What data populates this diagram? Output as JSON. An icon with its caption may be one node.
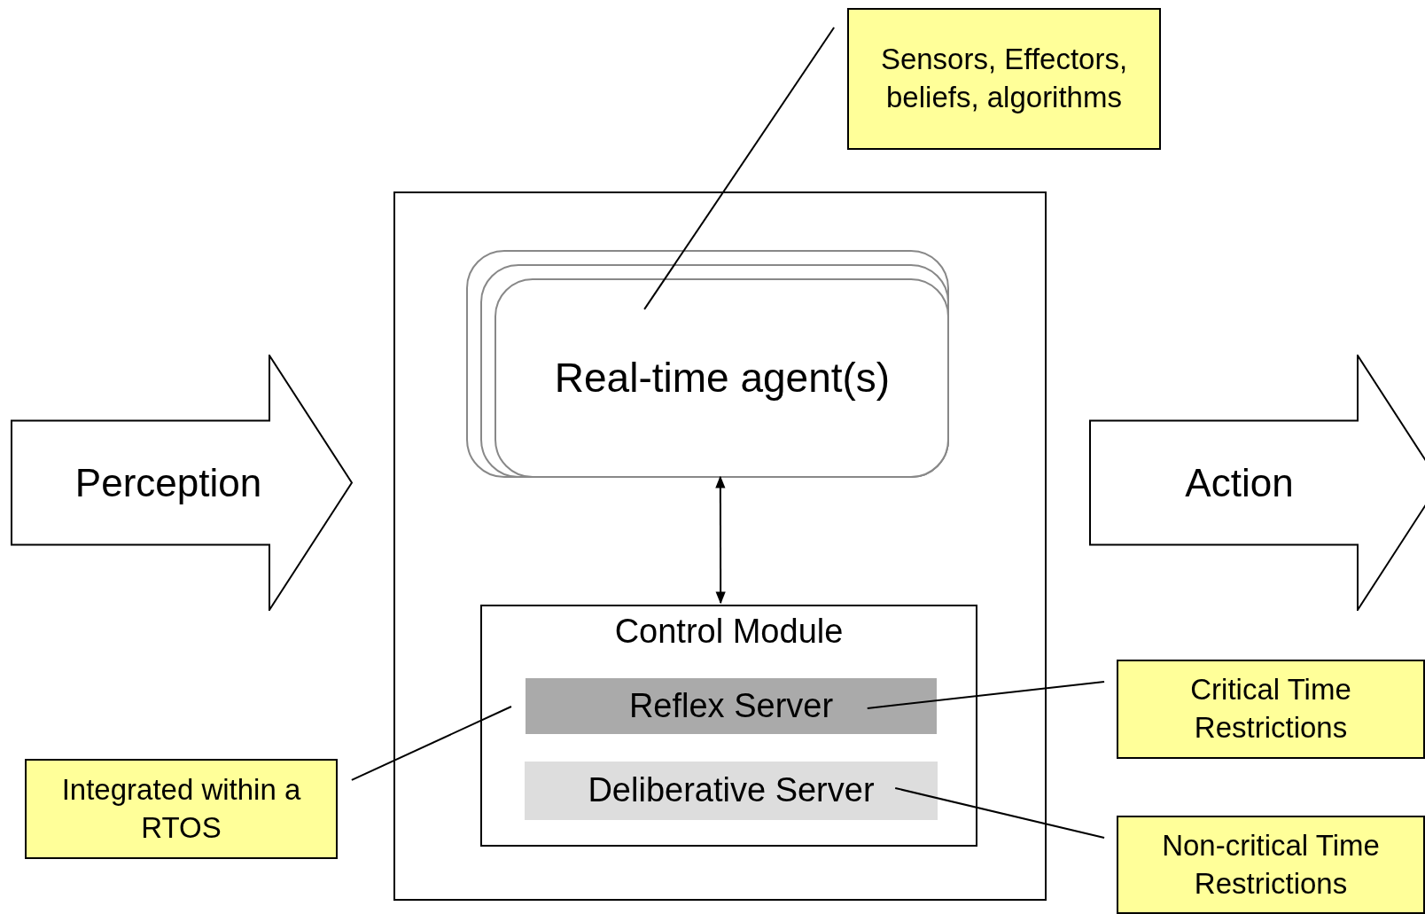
{
  "diagram": {
    "nodes": [
      {
        "text": [
          "Perception"
        ]
      },
      {
        "text": [],
        "shape": "box"
      },
      {
        "text": [
          "Real-time agent(s)"
        ],
        "in": 1
      },
      {
        "text": [
          "Control Module"
        ],
        "in": 1
      },
      {
        "text": [
          "Reflex Server"
        ],
        "in": 3
      },
      {
        "text": [
          "Deliberative Server"
        ],
        "in": 3
      },
      {
        "text": [
          "Action"
        ]
      },
      {
        "text": [
          "Sensors, Effectors, beliefs, algorithms"
        ]
      },
      {
        "text": [
          "Critical Time Restrictions"
        ]
      },
      {
        "text": [
          "Integrated within a RTOS"
        ]
      },
      {
        "text": [
          "Non-critical Time Restrictions"
        ]
      }
    ],
    "edges": [
      {
        "from": 2,
        "to": 3,
        "arrow": "both"
      },
      {
        "from": 7,
        "to": 2,
        "arrow": "none"
      },
      {
        "from": 8,
        "to": 4,
        "arrow": "none"
      },
      {
        "from": 9,
        "to": 4,
        "arrow": "none"
      },
      {
        "from": 10,
        "to": 5,
        "arrow": "none"
      }
    ]
  }
}
